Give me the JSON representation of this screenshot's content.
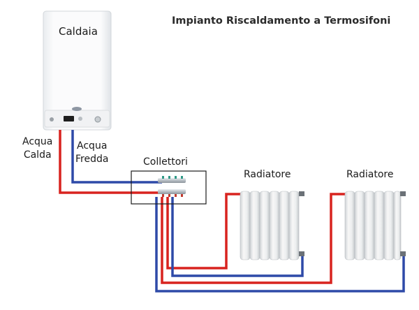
{
  "title": "Impianto Riscaldamento a Termosifoni",
  "boiler": {
    "label": "Caldaia"
  },
  "pipes": {
    "hot": {
      "line1": "Acqua",
      "line2": "Calda",
      "color": "#d8231f"
    },
    "cold": {
      "line1": "Acqua",
      "line2": "Fredda",
      "color": "#2e4aa8"
    }
  },
  "manifold": {
    "label": "Collettori"
  },
  "radiators": [
    {
      "label": "Radiatore"
    },
    {
      "label": "Radiatore"
    }
  ]
}
